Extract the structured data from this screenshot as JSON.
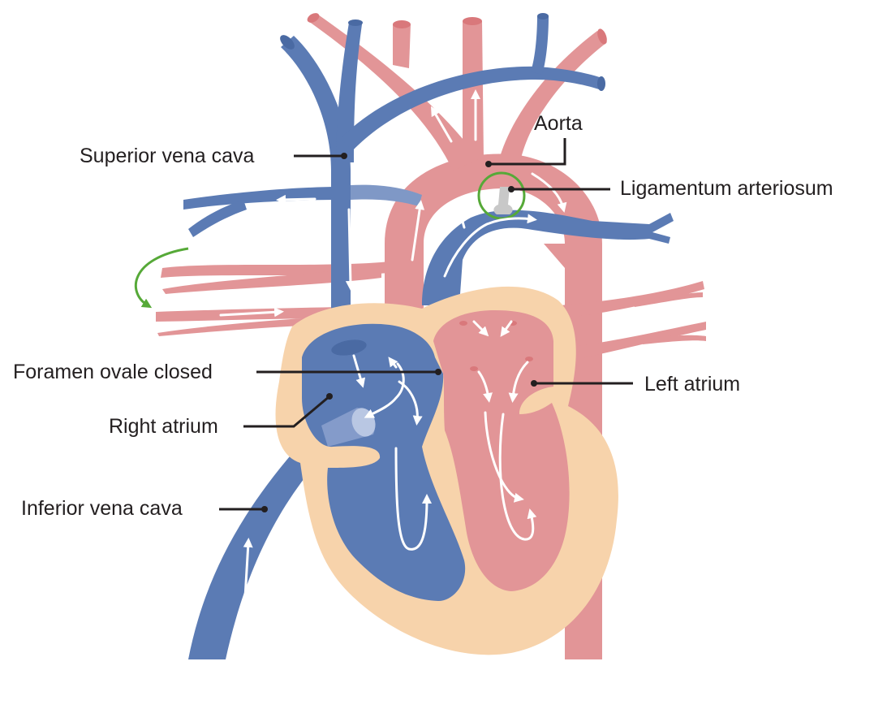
{
  "colors": {
    "vein": "#5b7bb4",
    "vein_dark": "#4a6aa3",
    "artery": "#e29597",
    "artery_dark": "#d9787b",
    "heart_wall": "#f7d3ab",
    "ligament": "#c8c8c8",
    "highlight": "#56a938",
    "flow_arrow": "#ffffff",
    "label_text": "#231f20"
  },
  "labels": {
    "aorta": "Aorta",
    "superior_vena_cava": "Superior vena cava",
    "ligamentum_arteriosum": "Ligamentum arteriosum",
    "foramen_ovale_closed": "Foramen ovale closed",
    "left_atrium": "Left atrium",
    "right_atrium": "Right atrium",
    "inferior_vena_cava": "Inferior vena cava"
  }
}
